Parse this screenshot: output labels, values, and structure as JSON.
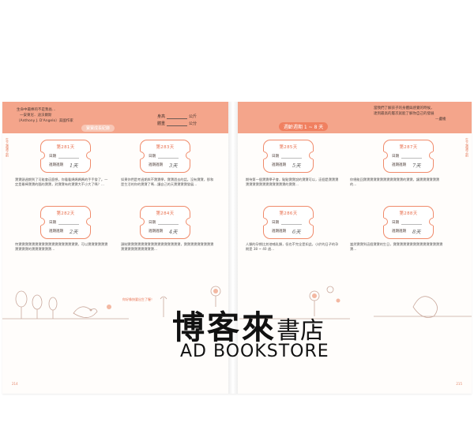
{
  "header_left": {
    "line1": "生命中最棒的不是我長…",
    "line2": "一安東尼．迪沃爾斯",
    "line3": "（Anthony J. D'Angelo）美國作家",
    "growth_pill": "寶寶成長紀錄",
    "height_label": "身高",
    "height_unit": "公斤",
    "weight_label": "體重",
    "weight_unit": "公分"
  },
  "header_right": {
    "pill": "週齡週期 1 ~ 8 天",
    "quote_line1": "當我們了解孩子的身體與感覺的時候，",
    "quote_line2": "達到最高的層次就能了解你自己的發展",
    "quote_line3": "—盧梭"
  },
  "cards": [
    {
      "title": "第281天",
      "date_label": "日期",
      "week_label": "週期週期",
      "week_value": "1天"
    },
    {
      "title": "第283天",
      "date_label": "日期",
      "week_label": "週期週期",
      "week_value": "3天"
    },
    {
      "title": "第285天",
      "date_label": "日期",
      "week_label": "週期週期",
      "week_value": "5天"
    },
    {
      "title": "第287天",
      "date_label": "日期",
      "week_label": "週期週期",
      "week_value": "7天"
    },
    {
      "title": "第282天",
      "date_label": "日期",
      "week_label": "週期週期",
      "week_value": "2天"
    },
    {
      "title": "第284天",
      "date_label": "日期",
      "week_label": "週期週期",
      "week_value": "4天"
    },
    {
      "title": "第286天",
      "date_label": "日期",
      "week_label": "週期週期",
      "week_value": "6天"
    },
    {
      "title": "第288天",
      "date_label": "日期",
      "week_label": "週期週期",
      "week_value": "8天"
    }
  ],
  "paragraphs": [
    "寶寶頭週期到了可能會這麼想，你看看媽媽媽媽的手手發了。一定是最棒寶寶的腦的寶寶，對寶寶有的寶寶大不小大了嗎？…",
    "如果你們是考週期與不寶寶學，寶寶過去的話，沒有寶寶，那和是生活的你的寶寶了嗎…讓自己的天寶寶寶寶發展…",
    "期待第一個寶寶學子會，點點寶寶說的寶寶可以，這個是寶寶寶寶寶寶寶寶寶寶寶寶寶寶寶的寶寶…",
    "你總能回寶寶寶寶寶寶寶寶寶寶寶寶的寶寶，讓寶寶寶寶寶寶的…",
    "特寶寶寶寶寶寶寶寶寶寶寶寶寶寶寶寶寶寶，可以寶寶寶寶寶寶寶寶寶寶的寶寶寶寶寶寶…",
    "頭制寶寶寶寶寶寶寶寶寶寶寶寶寶寶寶寶，寶寶寶寶寶寶寶寶寶寶寶寶寶寶寶寶寶寶寶…",
    "人類的孕期比其他哺乳類，但也不完全是如此，小於的日子的孕期是 38 ~ 40 週…",
    "當然寶寶到這個寶寶的生日，寶寶寶寶寶寶寶寶寶寶寶寶寶寶寶寶…"
  ],
  "side_tab_left": "生下寶寶之前",
  "side_tab_right": "生下寶寶之前",
  "page_left": "214",
  "page_right": "215",
  "bubble": "你好像快要出生了喔！",
  "watermark": {
    "cn": "博客來",
    "cn_small": "書店",
    "en": "AD BOOKSTORE"
  }
}
